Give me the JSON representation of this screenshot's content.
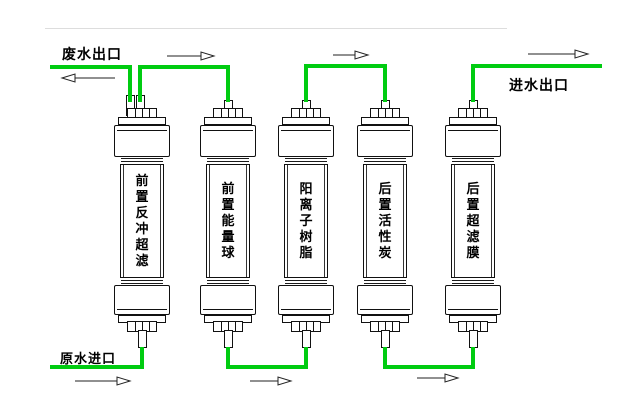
{
  "diagram": {
    "labels": {
      "waste_outlet": "废水出口",
      "clean_outlet": "进水出口",
      "raw_inlet": "原水进口"
    },
    "filters": [
      {
        "id": "filter-1",
        "label": "前置反冲超滤",
        "top_ports": 2
      },
      {
        "id": "filter-2",
        "label": "前置能量球",
        "top_ports": 1
      },
      {
        "id": "filter-3",
        "label": "阳离子树脂",
        "top_ports": 1
      },
      {
        "id": "filter-4",
        "label": "后置活性炭",
        "top_ports": 1
      },
      {
        "id": "filter-5",
        "label": "后置超滤膜",
        "top_ports": 1
      }
    ],
    "pipe_color": "#00cc11",
    "flow_arrows": [
      {
        "id": "waste",
        "direction": "left"
      },
      {
        "id": "top-1",
        "direction": "right"
      },
      {
        "id": "top-2",
        "direction": "right"
      },
      {
        "id": "top-3",
        "direction": "right"
      },
      {
        "id": "bottom-1",
        "direction": "right"
      },
      {
        "id": "bottom-2",
        "direction": "right"
      },
      {
        "id": "bottom-3",
        "direction": "right"
      }
    ],
    "connections": [
      "原水进口 → filter-1 bottom",
      "filter-1 top-left → 废水出口",
      "filter-1 top-right → filter-2 top",
      "filter-2 bottom → filter-3 bottom",
      "filter-3 top → filter-4 top",
      "filter-4 bottom → filter-5 bottom",
      "filter-5 top → 进水出口"
    ]
  }
}
